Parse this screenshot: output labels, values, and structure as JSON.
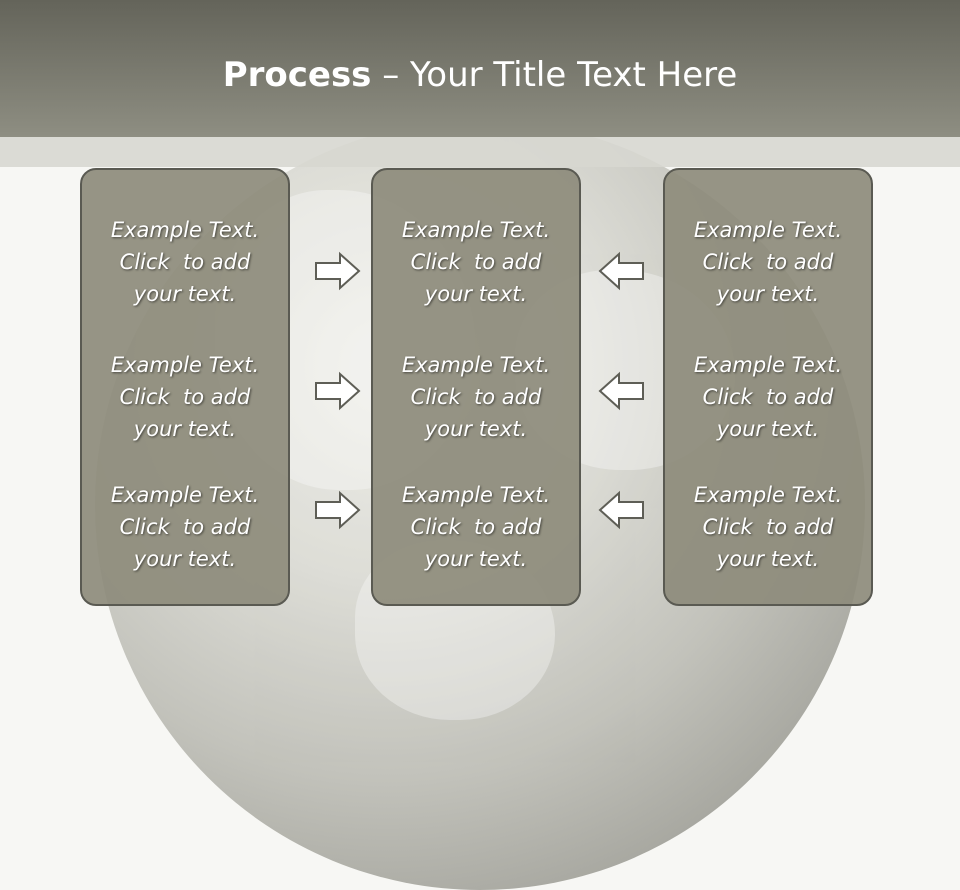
{
  "slide": {
    "title_bold": "Process",
    "title_rest": " – Your Title Text Here"
  },
  "boxes": [
    {
      "items": [
        {
          "line1": "Example Text.",
          "line2": "Click  to add",
          "line3": "your text."
        },
        {
          "line1": "Example Text.",
          "line2": "Click  to add",
          "line3": "your text."
        },
        {
          "line1": "Example Text.",
          "line2": "Click  to add",
          "line3": "your text."
        }
      ]
    },
    {
      "items": [
        {
          "line1": "Example Text.",
          "line2": "Click  to add",
          "line3": "your text."
        },
        {
          "line1": "Example Text.",
          "line2": "Click  to add",
          "line3": "your text."
        },
        {
          "line1": "Example Text.",
          "line2": "Click  to add",
          "line3": "your text."
        }
      ]
    },
    {
      "items": [
        {
          "line1": "Example Text.",
          "line2": "Click  to add",
          "line3": "your text."
        },
        {
          "line1": "Example Text.",
          "line2": "Click  to add",
          "line3": "your text."
        },
        {
          "line1": "Example Text.",
          "line2": "Click  to add",
          "line3": "your text."
        }
      ]
    }
  ],
  "arrows": {
    "left_column_direction": "right",
    "right_column_direction": "left",
    "icon": "outline-arrow-icon"
  },
  "colors": {
    "header": "#7a7a6e",
    "box_fill": "#8e8c7c",
    "box_border": "#5a5a52",
    "text": "#ffffff"
  }
}
